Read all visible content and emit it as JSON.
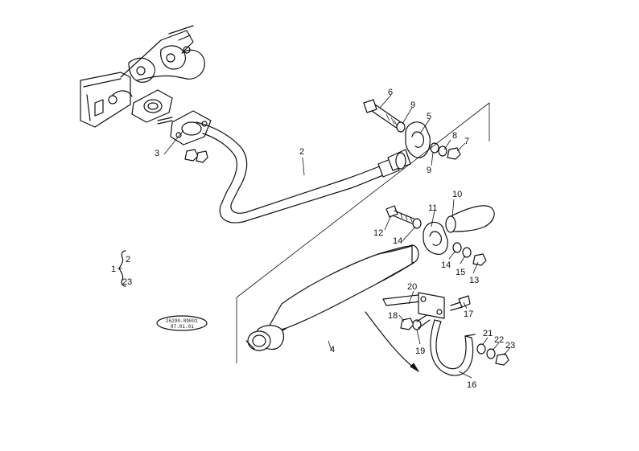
{
  "figure": {
    "callouts": {
      "c1": "1",
      "c2": "2",
      "c3": "3",
      "c4": "4",
      "c5": "5",
      "c6": "6",
      "c7": "7",
      "c8": "8",
      "c9a": "9",
      "c9b": "9",
      "c10": "10",
      "c11": "11",
      "c12": "12",
      "c13": "13",
      "c14a": "14",
      "c14b": "14",
      "c15": "15",
      "c16": "16",
      "c17": "17",
      "c18": "18",
      "c19": "19",
      "c20": "20",
      "c21": "21",
      "c22": "22",
      "c23": "23",
      "c2b": "2",
      "c23b": "23"
    },
    "stamp": {
      "line1": "26290-89001",
      "line2": "87.01.01"
    }
  }
}
